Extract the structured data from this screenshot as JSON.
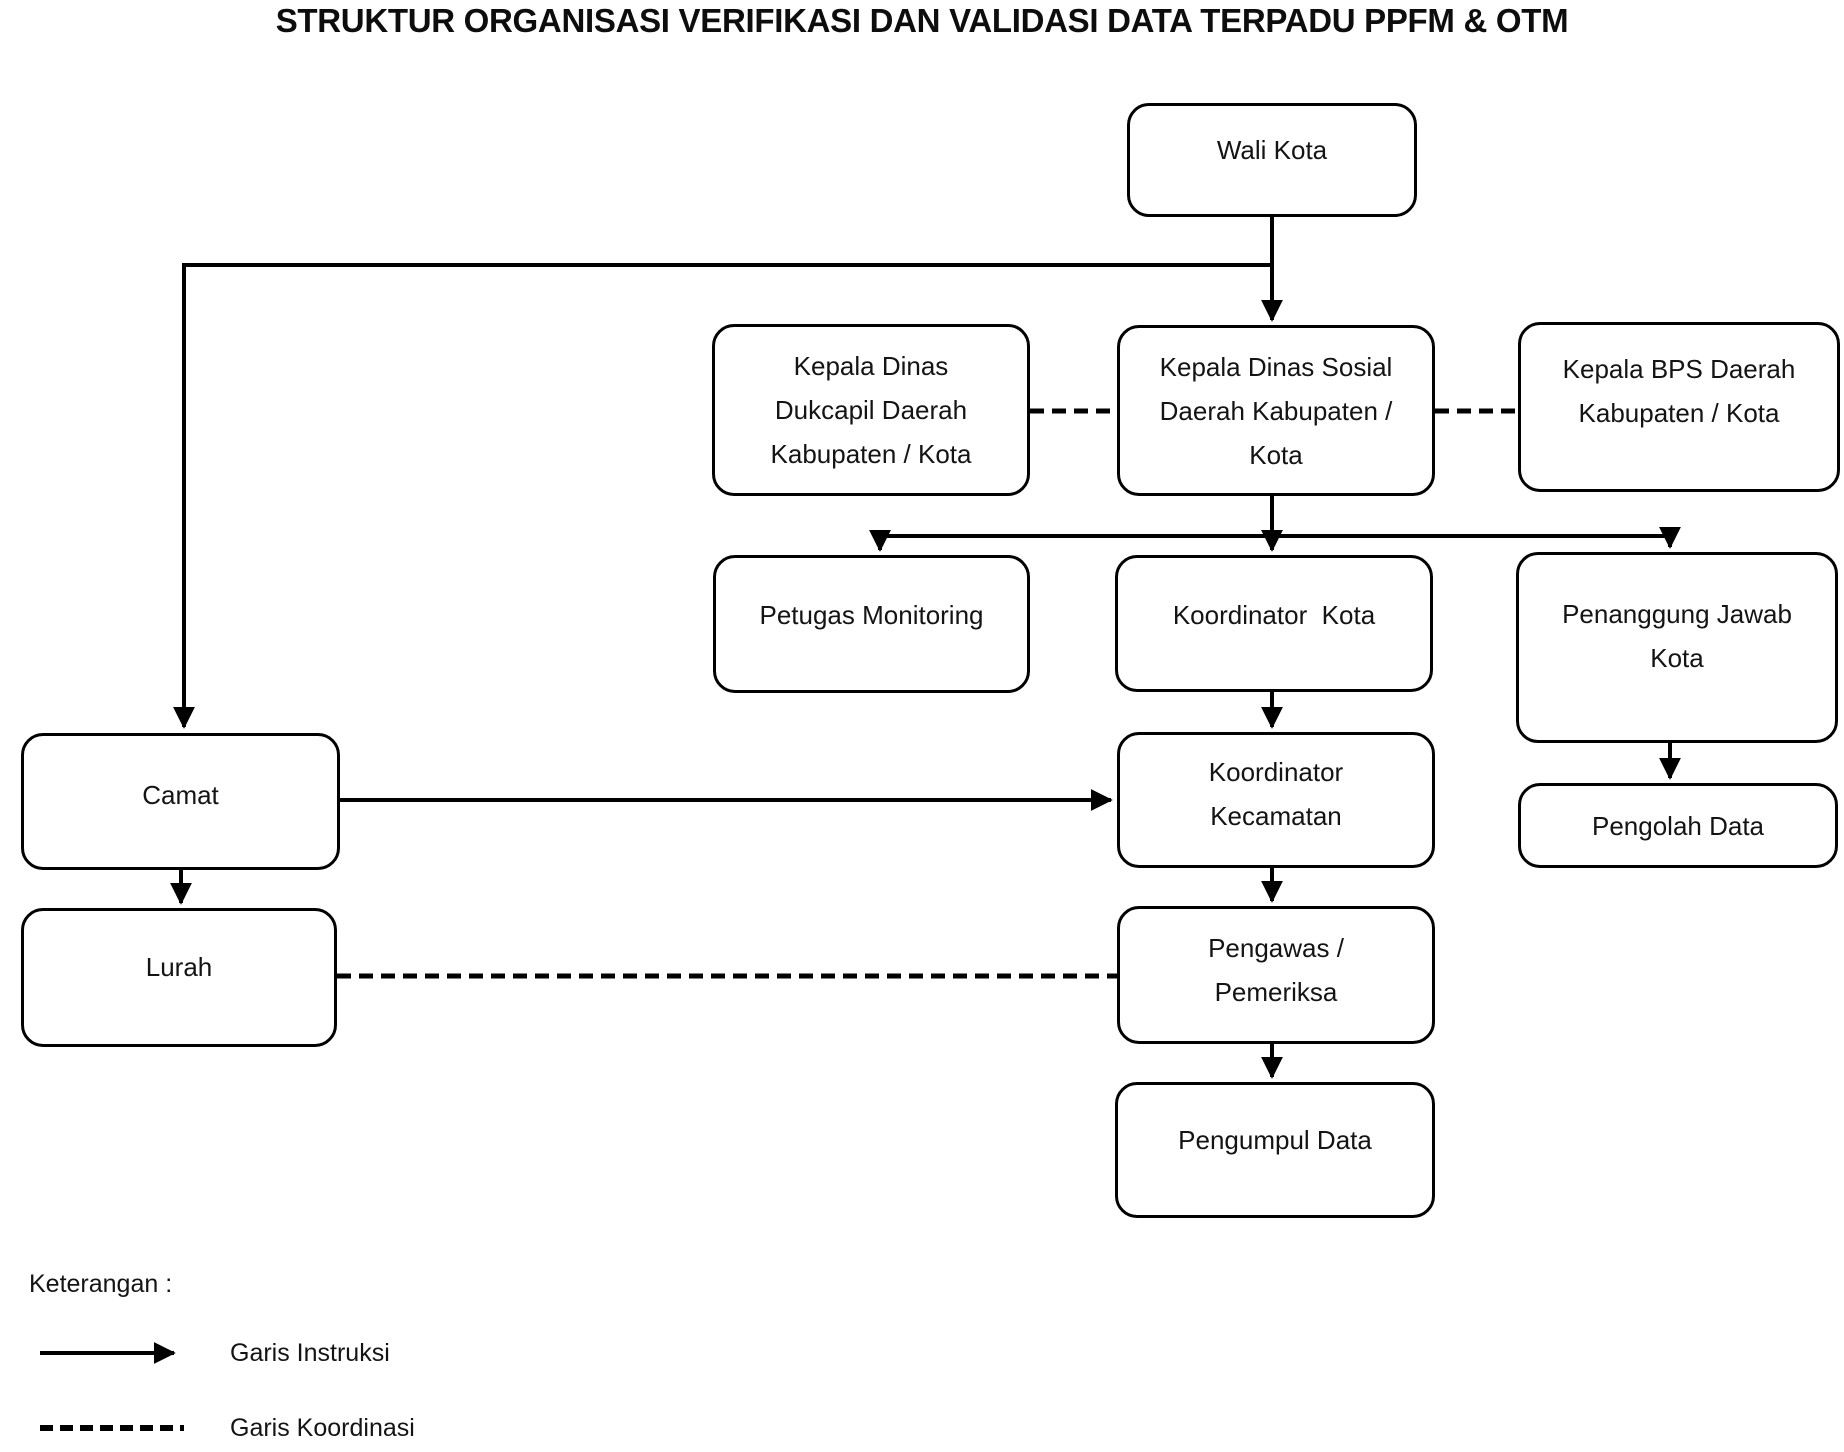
{
  "title": "STRUKTUR ORGANISASI VERIFIKASI DAN VALIDASI DATA TERPADU PPFM & OTM",
  "nodes": {
    "wali_kota": {
      "label": "Wali Kota"
    },
    "dukcapil": {
      "label": "Kepala Dinas\nDukcapil Daerah\nKabupaten / Kota"
    },
    "sosial": {
      "label": "Kepala Dinas Sosial\nDaerah Kabupaten /\nKota"
    },
    "bps": {
      "label": "Kepala BPS Daerah\nKabupaten / Kota"
    },
    "petugas_monitoring": {
      "label": "Petugas Monitoring"
    },
    "koordinator_kota": {
      "label": "Koordinator  Kota"
    },
    "penanggung_jawab_kota": {
      "label": "Penanggung Jawab\nKota"
    },
    "pengolah_data": {
      "label": "Pengolah Data"
    },
    "camat": {
      "label": "Camat"
    },
    "koordinator_kecamatan": {
      "label": "Koordinator\nKecamatan"
    },
    "lurah": {
      "label": "Lurah"
    },
    "pengawas_pemeriksa": {
      "label": "Pengawas /\nPemeriksa"
    },
    "pengumpul_data": {
      "label": "Pengumpul Data"
    }
  },
  "legend": {
    "heading": "Keterangan :",
    "items": [
      {
        "style": "solid-arrow",
        "label": "Garis Instruksi"
      },
      {
        "style": "dashed-line",
        "label": "Garis Koordinasi"
      }
    ]
  },
  "colors": {
    "line": "#000000",
    "text": "#141414",
    "background": "#ffffff"
  }
}
